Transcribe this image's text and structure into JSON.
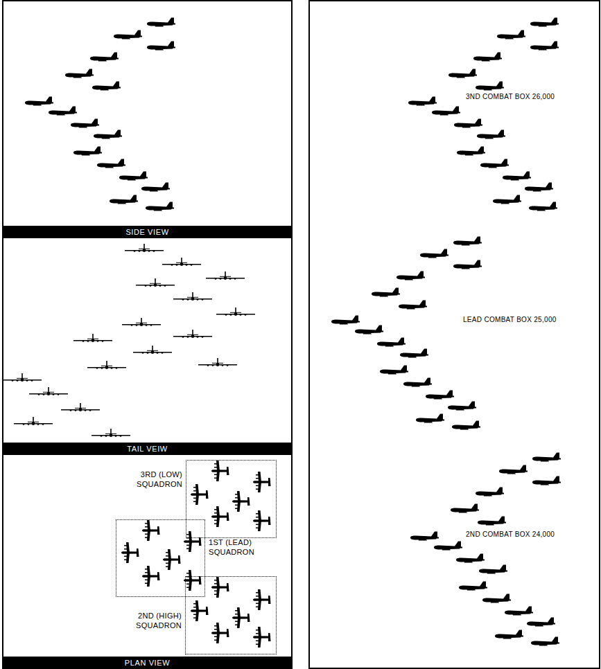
{
  "diagram": {
    "nodes": [
      {
        "text": [
          "SIDE VIEW"
        ]
      },
      {
        "text": [
          "TAIL VEIW"
        ]
      },
      {
        "text": [
          "3RD (LOW) SQUADRON"
        ]
      },
      {
        "text": [
          "1ST (LEAD) SQUADRON"
        ]
      },
      {
        "text": [
          "2ND (HIGH) SQUADRON"
        ]
      },
      {
        "text": [
          "PLAN VIEW"
        ]
      }
    ],
    "labels": [
      "3ND COMBAT BOX 26,000",
      "LEAD COMBAT BOX 25,000",
      "2ND COMBAT BOX 24,000"
    ]
  }
}
